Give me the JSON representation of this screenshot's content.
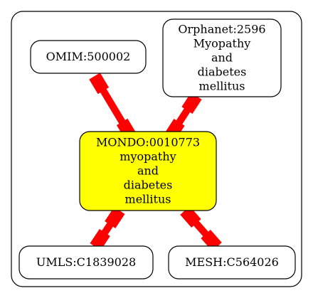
{
  "colors": {
    "edge": "#ff0000",
    "focus_node_fill": "#ffff00",
    "node_fill": "#ffffff",
    "stroke": "#000000"
  },
  "nodes": [
    {
      "id": "omim",
      "lines": [
        "OMIM:500002"
      ]
    },
    {
      "id": "orphanet",
      "lines": [
        "Orphanet:2596",
        "Myopathy",
        "and",
        "diabetes",
        "mellitus"
      ]
    },
    {
      "id": "mondo",
      "lines": [
        "MONDO:0010773",
        "myopathy",
        "and",
        "diabetes",
        "mellitus"
      ],
      "focus": true
    },
    {
      "id": "umls",
      "lines": [
        "UMLS:C1839028"
      ]
    },
    {
      "id": "mesh",
      "lines": [
        "MESH:C564026"
      ]
    }
  ],
  "edges": [
    {
      "from": "omim",
      "to": "mondo"
    },
    {
      "from": "orphanet",
      "to": "mondo"
    },
    {
      "from": "mondo",
      "to": "umls"
    },
    {
      "from": "mondo",
      "to": "mesh"
    }
  ]
}
